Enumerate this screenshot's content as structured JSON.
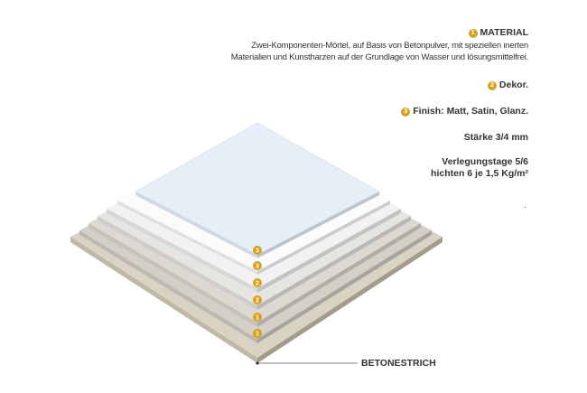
{
  "material": {
    "num": "1",
    "title": "MATERIAL",
    "line1": "Zwei-Komponenten-Mörtel, auf Basis von Betonpulver, mit speziellen inerten",
    "line2": "Materialien und Kunstharzen auf der Grundlage von Wasser und lösungsmittelfrei."
  },
  "dekor": {
    "num": "2",
    "label": "Dekor."
  },
  "finish": {
    "num": "3",
    "label": "Finish: Matt, Satin, Glanz."
  },
  "staerke": "Stärke 3/4 mm",
  "verlegung": {
    "line1": "Verlegungstage 5/6",
    "line2": "hichten 6 je 1,5 Kg/m²"
  },
  "dot": ".",
  "beton_label": "BETONESTRICH",
  "layer_badges": [
    "3",
    "3",
    "2",
    "2",
    "1",
    "1"
  ],
  "colors": {
    "accent": "#d7a21e",
    "base": "#d9d2c0",
    "top": "#e6eef8"
  }
}
